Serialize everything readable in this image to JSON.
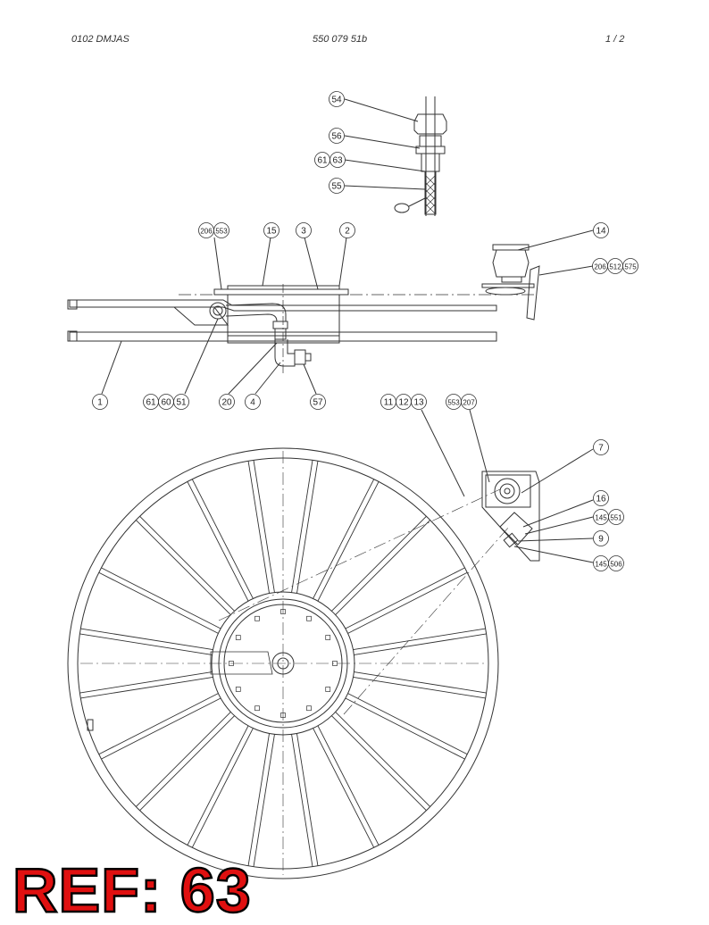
{
  "header": {
    "left": "0102 DMJAS",
    "center": "550 079 51b",
    "right": "1 /   2"
  },
  "callouts": [
    {
      "id": "c54",
      "label": "54"
    },
    {
      "id": "c56",
      "label": "56"
    },
    {
      "id": "c61a",
      "label": "61"
    },
    {
      "id": "c63a",
      "label": "63"
    },
    {
      "id": "c55",
      "label": "55"
    },
    {
      "id": "c206a",
      "label": "206"
    },
    {
      "id": "c553a",
      "label": "553"
    },
    {
      "id": "c15",
      "label": "15"
    },
    {
      "id": "c3",
      "label": "3"
    },
    {
      "id": "c2",
      "label": "2"
    },
    {
      "id": "c14",
      "label": "14"
    },
    {
      "id": "c206b",
      "label": "206"
    },
    {
      "id": "c512",
      "label": "512"
    },
    {
      "id": "c575",
      "label": "575"
    },
    {
      "id": "c1",
      "label": "1"
    },
    {
      "id": "c61b",
      "label": "61"
    },
    {
      "id": "c60",
      "label": "60"
    },
    {
      "id": "c51",
      "label": "51"
    },
    {
      "id": "c20",
      "label": "20"
    },
    {
      "id": "c4",
      "label": "4"
    },
    {
      "id": "c57",
      "label": "57"
    },
    {
      "id": "c11",
      "label": "11"
    },
    {
      "id": "c12",
      "label": "12"
    },
    {
      "id": "c13",
      "label": "13"
    },
    {
      "id": "c553b",
      "label": "553"
    },
    {
      "id": "c207",
      "label": "207"
    },
    {
      "id": "c7",
      "label": "7"
    },
    {
      "id": "c16",
      "label": "16"
    },
    {
      "id": "c145a",
      "label": "145"
    },
    {
      "id": "c551",
      "label": "551"
    },
    {
      "id": "c9",
      "label": "9"
    },
    {
      "id": "c145b",
      "label": "145"
    },
    {
      "id": "c506",
      "label": "506"
    }
  ],
  "ref_label": "REF: 63",
  "colors": {
    "line": "#333333",
    "ref": "#e01010"
  }
}
